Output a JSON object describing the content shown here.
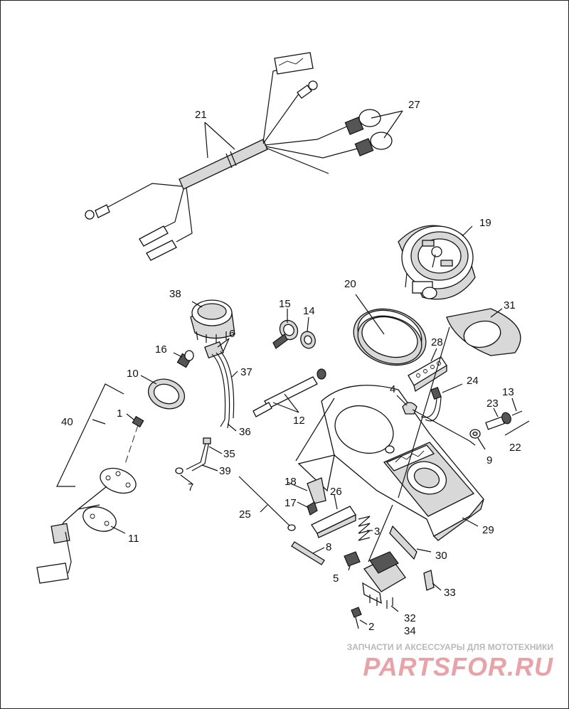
{
  "callouts": [
    {
      "id": "c21",
      "text": "21"
    },
    {
      "id": "c27",
      "text": "27"
    },
    {
      "id": "c19",
      "text": "19"
    },
    {
      "id": "c20",
      "text": "20"
    },
    {
      "id": "c31",
      "text": "31"
    },
    {
      "id": "c38",
      "text": "38"
    },
    {
      "id": "c15",
      "text": "15"
    },
    {
      "id": "c14",
      "text": "14"
    },
    {
      "id": "c28",
      "text": "28"
    },
    {
      "id": "c6",
      "text": "6"
    },
    {
      "id": "c16",
      "text": "16"
    },
    {
      "id": "c37",
      "text": "37"
    },
    {
      "id": "c10",
      "text": "10"
    },
    {
      "id": "c4",
      "text": "4"
    },
    {
      "id": "c24",
      "text": "24"
    },
    {
      "id": "c13",
      "text": "13"
    },
    {
      "id": "c23",
      "text": "23"
    },
    {
      "id": "c40",
      "text": "40"
    },
    {
      "id": "c1",
      "text": "1"
    },
    {
      "id": "c12",
      "text": "12"
    },
    {
      "id": "c36",
      "text": "36"
    },
    {
      "id": "c22",
      "text": "22"
    },
    {
      "id": "c9",
      "text": "9"
    },
    {
      "id": "c35",
      "text": "35"
    },
    {
      "id": "c39",
      "text": "39"
    },
    {
      "id": "c7",
      "text": "7"
    },
    {
      "id": "c18",
      "text": "18"
    },
    {
      "id": "c26",
      "text": "26"
    },
    {
      "id": "c17",
      "text": "17"
    },
    {
      "id": "c25",
      "text": "25"
    },
    {
      "id": "c29",
      "text": "29"
    },
    {
      "id": "c3",
      "text": "3"
    },
    {
      "id": "c11",
      "text": "11"
    },
    {
      "id": "c8",
      "text": "8"
    },
    {
      "id": "c30",
      "text": "30"
    },
    {
      "id": "c5",
      "text": "5"
    },
    {
      "id": "c33",
      "text": "33"
    },
    {
      "id": "c32",
      "text": "32"
    },
    {
      "id": "c2",
      "text": "2"
    },
    {
      "id": "c34",
      "text": "34"
    }
  ],
  "watermark": {
    "tagline": "ЗАПЧАСТИ И АКСЕССУАРЫ ДЛЯ МОТОТЕХНИКИ",
    "logo": "PARTSFOR.RU"
  },
  "colors": {
    "line": "#111111",
    "watermark_logo": "#e8a3a8",
    "watermark_text": "#b9b9b9"
  }
}
